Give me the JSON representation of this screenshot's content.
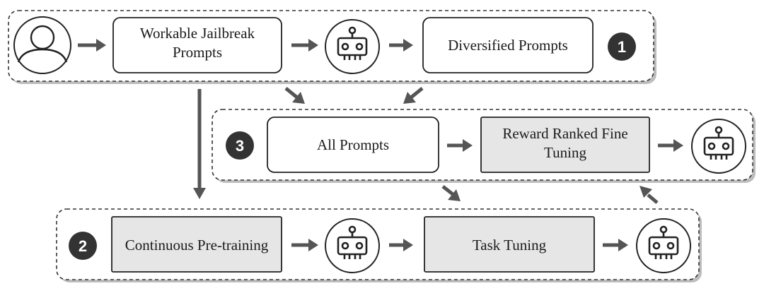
{
  "stages": {
    "stage1": {
      "number": "1",
      "nodes": {
        "workable_jailbreak_prompts": [
          "Workable Jailbreak",
          "Prompts"
        ],
        "diversified_prompts": "Diversified Prompts"
      }
    },
    "stage2": {
      "number": "2",
      "nodes": {
        "continuous_pretraining": "Continuous Pre-training",
        "task_tuning": "Task Tuning"
      }
    },
    "stage3": {
      "number": "3",
      "nodes": {
        "all_prompts": "All Prompts",
        "reward_ranked_fine_tuning": [
          "Reward Ranked Fine",
          "Tuning"
        ]
      }
    }
  },
  "icons": [
    "user-icon",
    "robot-icon"
  ],
  "colors": {
    "gray_box": "#e6e6e6",
    "arrow": "#555555",
    "badge": "#333333"
  }
}
